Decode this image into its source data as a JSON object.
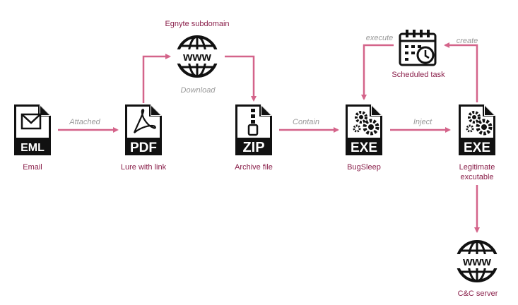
{
  "colors": {
    "arrow": "#d4648a",
    "label": "#8a1f4a",
    "edge_label": "#9a9a9a",
    "icon": "#111111"
  },
  "nodes": {
    "email": {
      "label": "Email",
      "icon": "eml-file-icon",
      "badge": "EML"
    },
    "lure": {
      "label": "Lure with link",
      "icon": "pdf-file-icon",
      "badge": "PDF"
    },
    "egnyte": {
      "label": "Egnyte subdomain",
      "icon": "www-globe-icon",
      "badge": "www"
    },
    "archive": {
      "label": "Archive file",
      "icon": "zip-file-icon",
      "badge": "ZIP"
    },
    "bugsleep": {
      "label": "BugSleep",
      "icon": "exe-file-icon",
      "badge": "EXE"
    },
    "scheduled": {
      "label": "Scheduled task",
      "icon": "calendar-clock-icon"
    },
    "legit": {
      "label_line1": "Legitimate",
      "label_line2": "excutable",
      "icon": "exe-file-icon",
      "badge": "EXE"
    },
    "cnc": {
      "label": "C&C server",
      "icon": "www-globe-icon",
      "badge": "www"
    }
  },
  "edges": {
    "attached": "Attached",
    "download": "Download",
    "contain": "Contain",
    "inject": "Inject",
    "execute": "execute",
    "create": "create"
  }
}
